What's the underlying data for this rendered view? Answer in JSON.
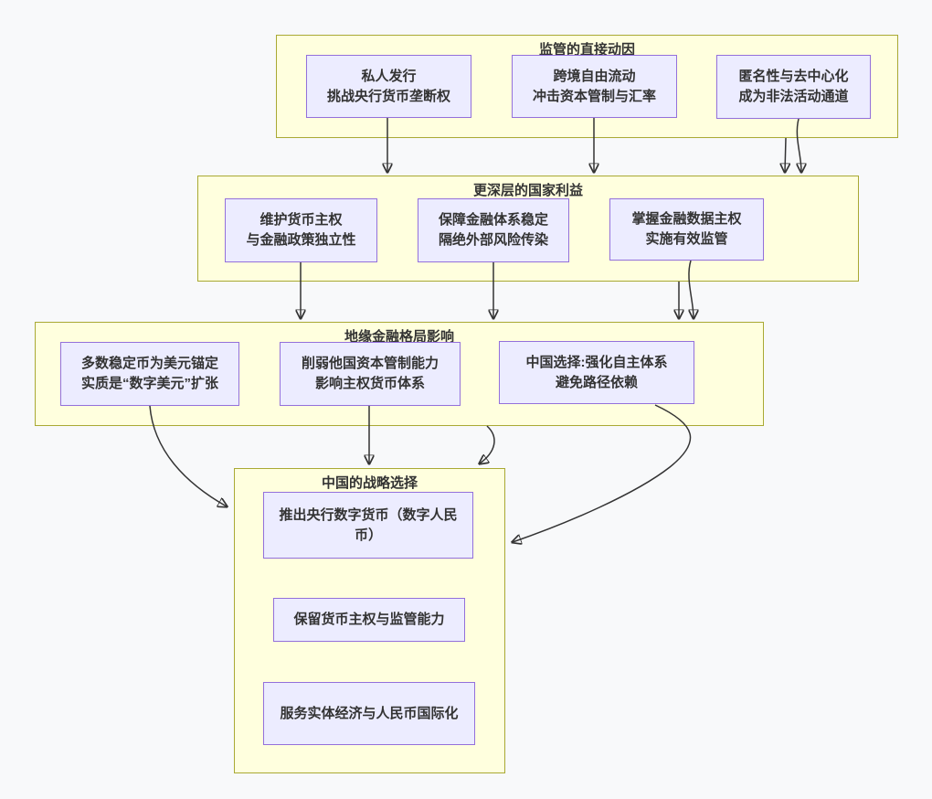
{
  "diagram": {
    "type": "flowchart",
    "colors": {
      "background": "#f8f9fa",
      "subgraph_fill": "#ffffde",
      "subgraph_border": "#a9a933",
      "node_fill": "#ececff",
      "node_border": "#9370db",
      "edge": "#333333",
      "text": "#333333"
    },
    "sections": [
      {
        "id": "direct-motives",
        "title": "监管的直接动因",
        "nodes": [
          {
            "id": "private-issuance",
            "lines": [
              "私人发行",
              "挑战央行货币垄断权"
            ]
          },
          {
            "id": "cross-border-flow",
            "lines": [
              "跨境自由流动",
              "冲击资本管制与汇率"
            ]
          },
          {
            "id": "anonymity",
            "lines": [
              "匿名性与去中心化",
              "成为非法活动通道"
            ]
          }
        ]
      },
      {
        "id": "national-interests",
        "title": "更深层的国家利益",
        "nodes": [
          {
            "id": "monetary-sovereignty",
            "lines": [
              "维护货币主权",
              "与金融政策独立性"
            ]
          },
          {
            "id": "financial-stability",
            "lines": [
              "保障金融体系稳定",
              "隔绝外部风险传染"
            ]
          },
          {
            "id": "data-sovereignty",
            "lines": [
              "掌握金融数据主权",
              "实施有效监管"
            ]
          }
        ]
      },
      {
        "id": "geo-impact",
        "title": "地缘金融格局影响",
        "nodes": [
          {
            "id": "stablecoin-dollar",
            "lines": [
              "多数稳定币为美元锚定",
              "实质是“数字美元”扩张"
            ]
          },
          {
            "id": "weaken-capital-controls",
            "lines": [
              "削弱他国资本管制能力",
              "影响主权货币体系"
            ]
          },
          {
            "id": "china-choice",
            "lines": [
              "中国选择:强化自主体系",
              "避免路径依赖"
            ]
          }
        ]
      },
      {
        "id": "china-strategy",
        "title": "中国的战略选择",
        "nodes": [
          {
            "id": "cbdc",
            "lines": [
              "推出央行数字货币（数字人民币）"
            ]
          },
          {
            "id": "keep-sovereignty",
            "lines": [
              "保留货币主权与监管能力"
            ]
          },
          {
            "id": "serve-economy",
            "lines": [
              "服务实体经济与人民币国际化"
            ]
          }
        ]
      }
    ],
    "edges": [
      {
        "from": "private-issuance",
        "to": "national-interests"
      },
      {
        "from": "cross-border-flow",
        "to": "national-interests"
      },
      {
        "from": "direct-motives",
        "to": "national-interests"
      },
      {
        "from": "anonymity",
        "to": "national-interests"
      },
      {
        "from": "monetary-sovereignty",
        "to": "geo-impact"
      },
      {
        "from": "financial-stability",
        "to": "geo-impact"
      },
      {
        "from": "national-interests",
        "to": "geo-impact"
      },
      {
        "from": "data-sovereignty",
        "to": "geo-impact"
      },
      {
        "from": "stablecoin-dollar",
        "to": "china-strategy"
      },
      {
        "from": "weaken-capital-controls",
        "to": "china-strategy"
      },
      {
        "from": "geo-impact",
        "to": "china-strategy"
      },
      {
        "from": "china-choice",
        "to": "china-strategy"
      }
    ]
  }
}
